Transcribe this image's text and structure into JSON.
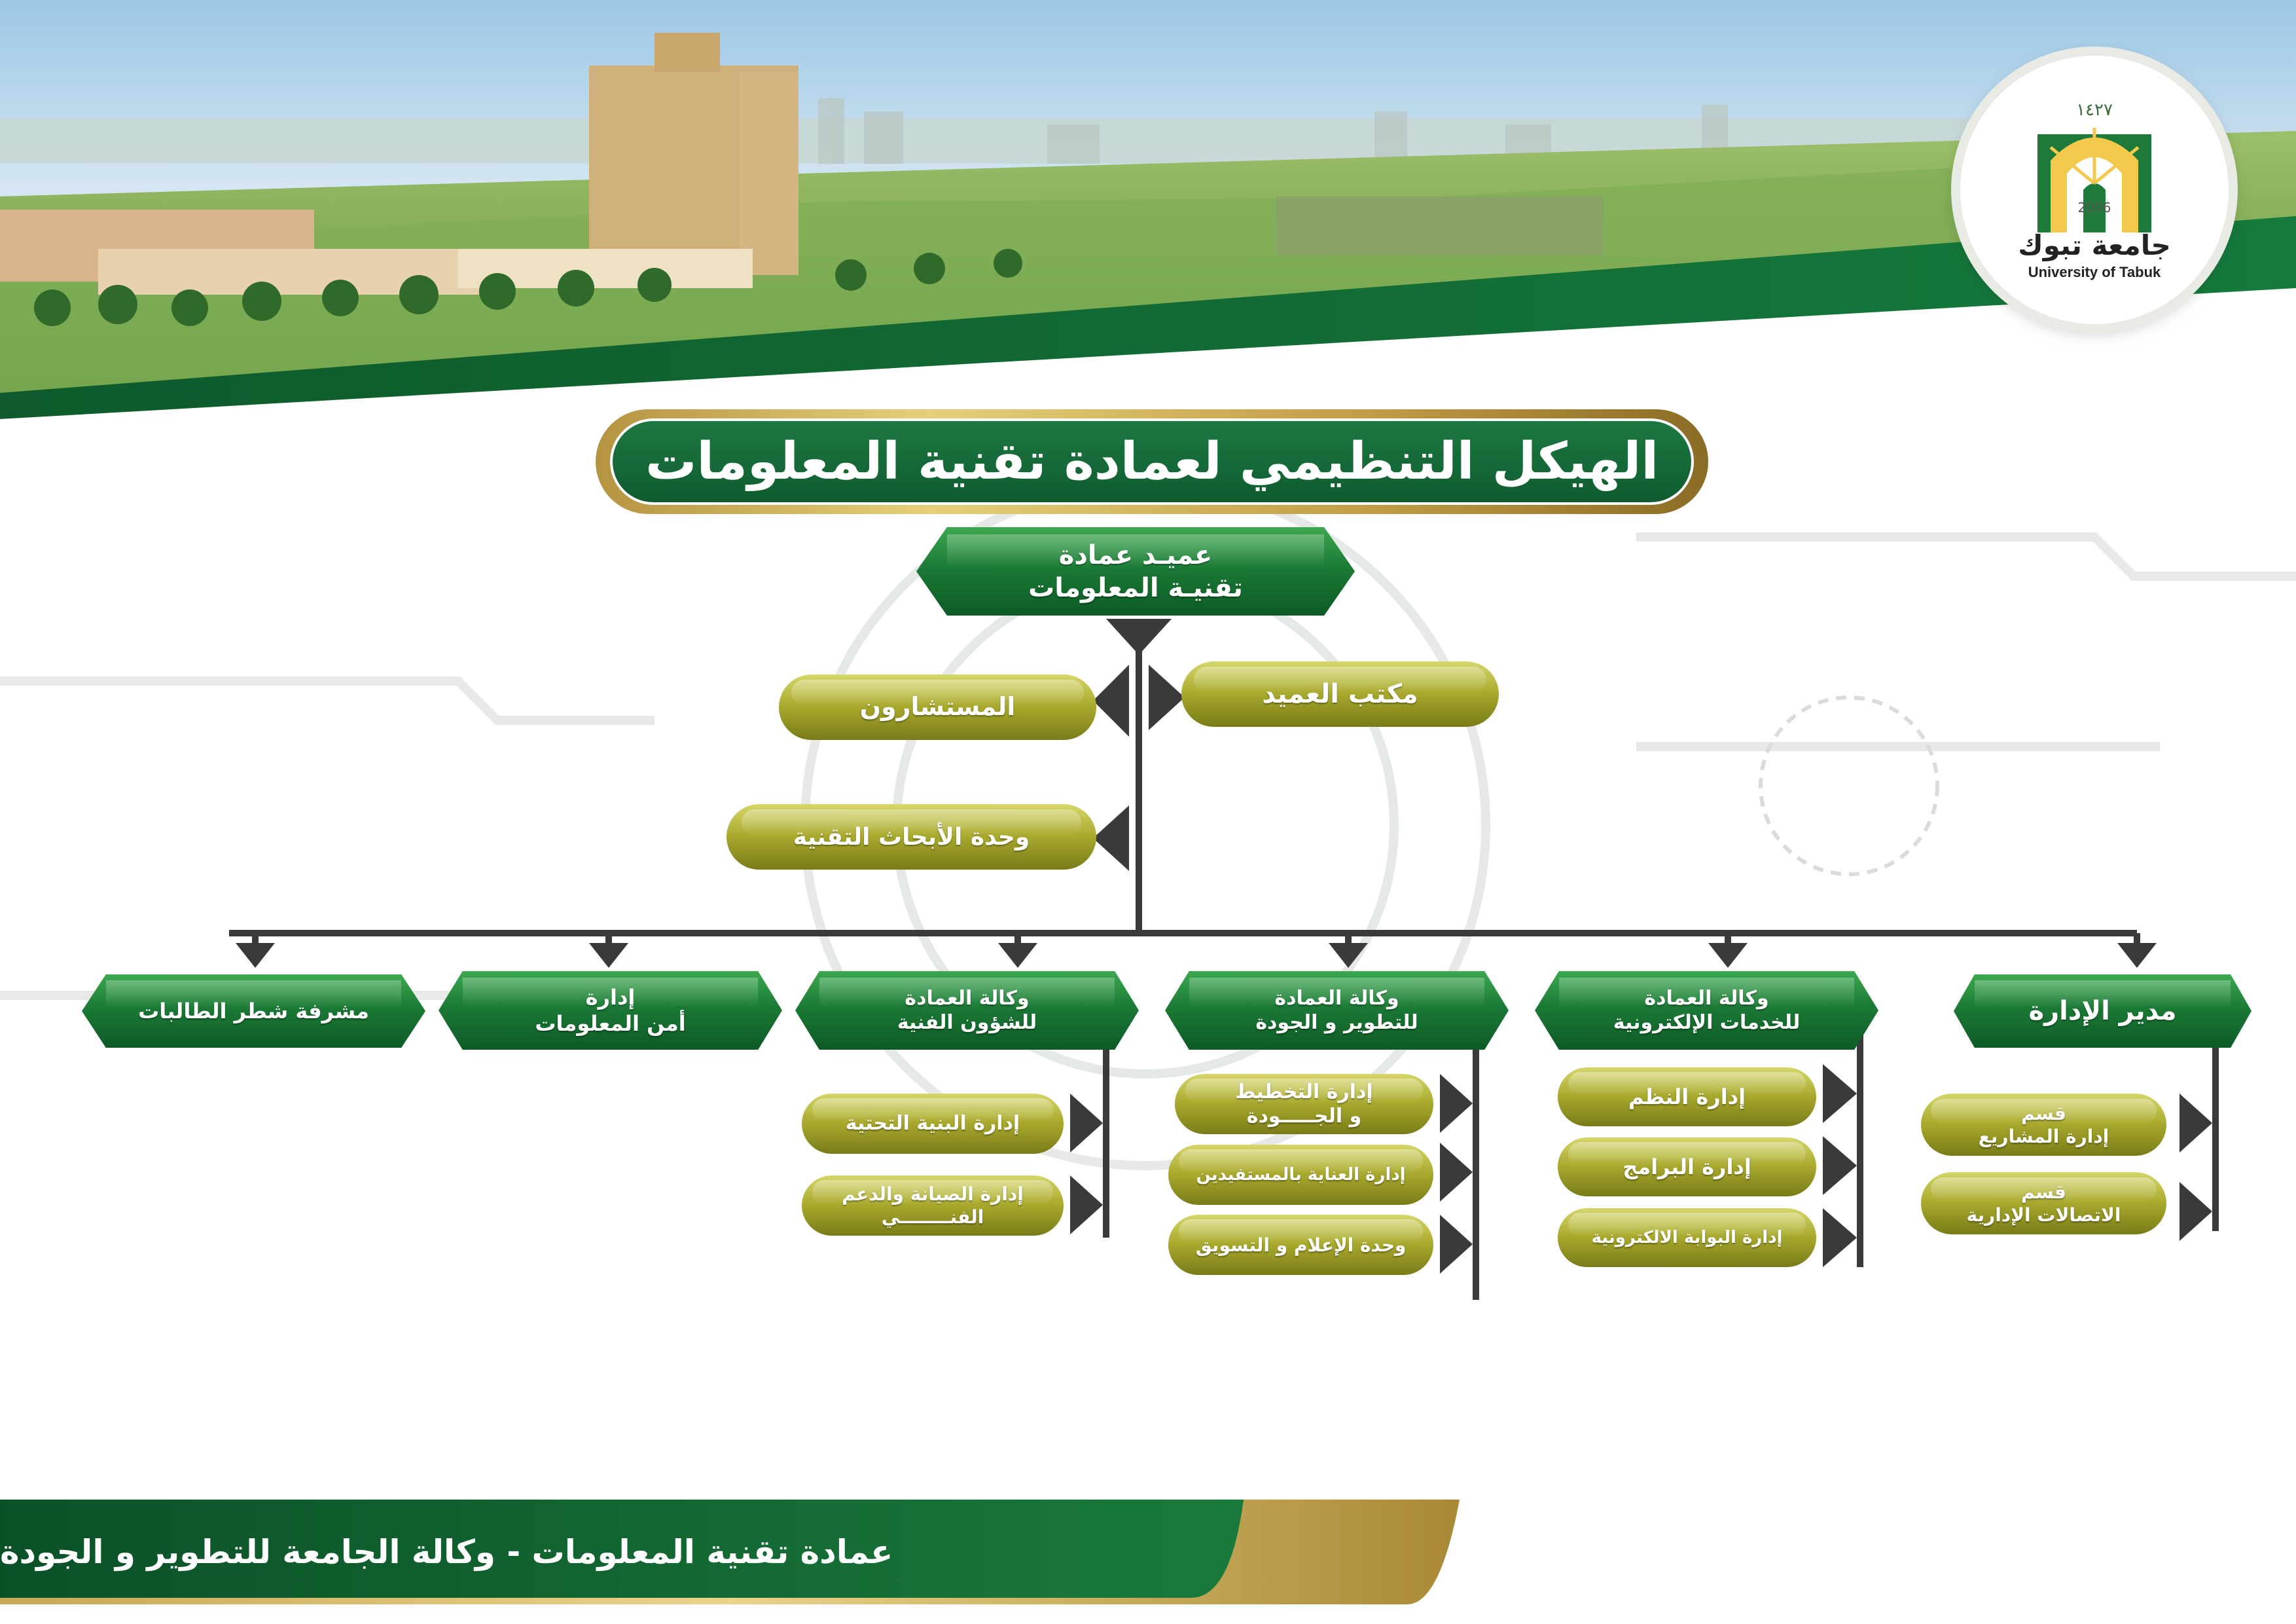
{
  "logo": {
    "year_hijri": "١٤٢٧",
    "year": "2006",
    "name_ar": "جامعة تبوك",
    "name_en": "University of Tabuk",
    "icon": "university-gate-icon"
  },
  "title": "الهيكل التنظيمي لعمادة تقنية المعلومات",
  "dean": "عميـد عمادة\nتقنيـة المعلومات",
  "dean_office": "مكتب العميد",
  "advisors": "المستشارون",
  "research_unit": "وحدة الأبحاث التقنية",
  "divisions": {
    "admin_director": "مدير الإدارة",
    "eservices": "وكالة العمادة\nللخدمات الإلكترونية",
    "development": "وكالة العمادة\nللتطوير و الجودة",
    "technical": "وكالة العمادة\nللشؤون الفنية",
    "security": "إدارة\nأمن المعلومات",
    "female_supervisor": "مشرفة شطر الطالبات"
  },
  "sub": {
    "admin": [
      "قسم\nإدارة المشاريع",
      "قسم\nالاتصالات الإدارية"
    ],
    "eservices": [
      "إدارة النظم",
      "إدارة البرامج",
      "إدارة البوابة الالكترونية"
    ],
    "development": [
      "إدارة التخطيط\nو الجـــــودة",
      "إدارة العناية بالمستفيدين",
      "وحدة الإعلام و التسويق"
    ],
    "technical": [
      "إدارة البنية التحتية",
      "إدارة الصيانة والدعم\nالفنــــــــي"
    ]
  },
  "footer": "عمادة تقنية المعلومات - وكالة الجامعة للتطوير و الجودة",
  "colors": {
    "dark_green": "#0f5a2e",
    "green": "#1b7a36",
    "olive": "#a7a82c",
    "gold": "#c09c45",
    "connector": "#3a3a3a"
  }
}
